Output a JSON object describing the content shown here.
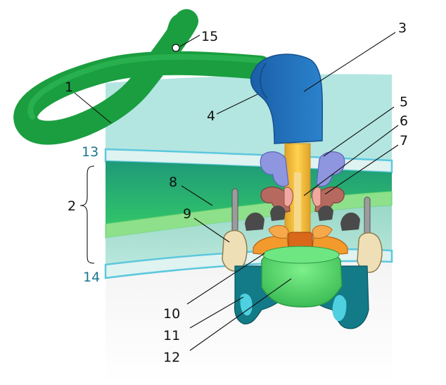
{
  "diagram": {
    "labels": {
      "l1": "1",
      "l2": "2",
      "l3": "3",
      "l4": "4",
      "l5": "5",
      "l6": "6",
      "l7": "7",
      "l8": "8",
      "l9": "9",
      "l10": "10",
      "l11": "11",
      "l12": "12",
      "l13": "13",
      "l14": "14",
      "l15": "15"
    },
    "colors": {
      "filament": "#1a9e3f",
      "hook": "#1f6fb8",
      "outer_zone": "#b2e4e0",
      "periplasm": "#2bbf66",
      "peptidoglycan": "#8ee08a",
      "membrane_line": "#5cc8dd",
      "cytoplasm": "#e6e6e6",
      "rod": "#f2bf3c",
      "rings_blue": "#8f96e0",
      "rings_pink": "#b66a5f",
      "stator": "#eedfb6",
      "ms_ring": "#f39a2d",
      "c_ring": "#5bd86a",
      "export_ring": "#137a88"
    }
  }
}
